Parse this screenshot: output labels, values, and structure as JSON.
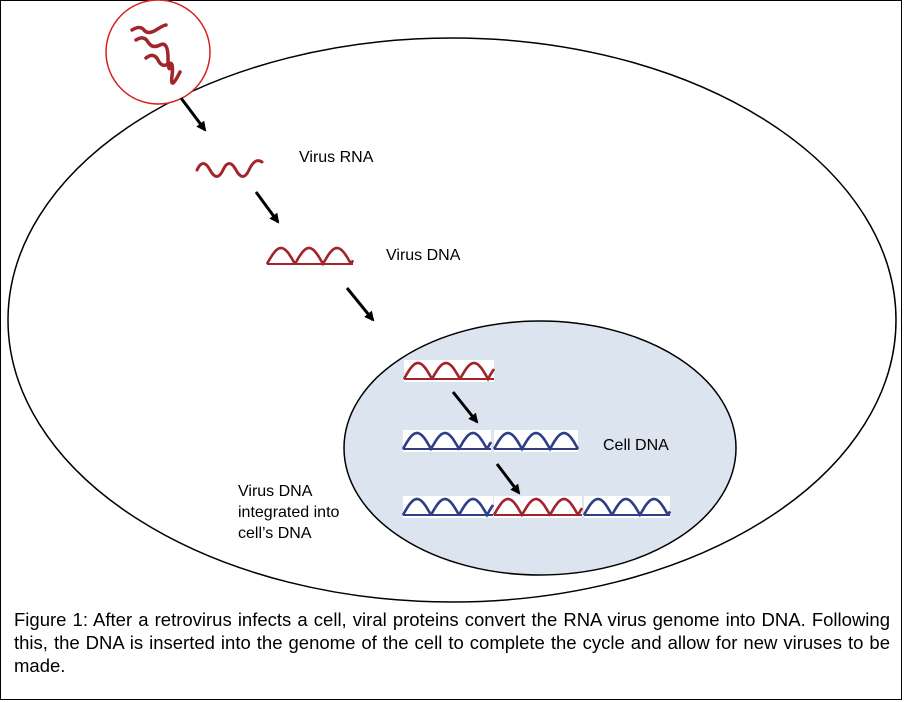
{
  "labels": {
    "virus_rna": "Virus RNA",
    "virus_dna": "Virus DNA",
    "cell_dna": "Cell DNA",
    "integrated_lines": [
      "Virus DNA",
      "integrated into",
      "cell’s DNA"
    ]
  },
  "caption": "Figure 1:  After a retrovirus infects a cell, viral proteins convert the RNA virus genome into DNA.  Following this, the DNA is inserted into the genome of the cell to complete the cycle and allow for new viruses to be made.",
  "colors": {
    "virus_strand": "#a1252a",
    "cell_strand": "#2f3f86",
    "virus_particle_outline": "#d62020",
    "nucleus_fill": "#dbe4ef",
    "outline": "#000000"
  }
}
